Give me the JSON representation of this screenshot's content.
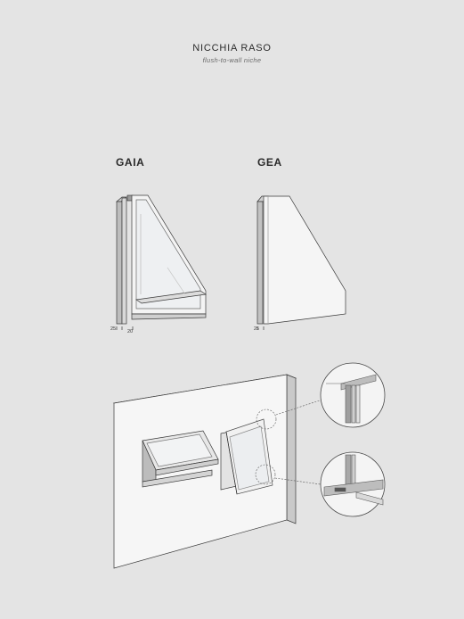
{
  "header": {
    "title": "NICCHIA RASO",
    "subtitle": "flush-to-wall niche"
  },
  "models": [
    {
      "name": "GAIA",
      "dimensions": [
        "25",
        "20"
      ]
    },
    {
      "name": "GEA",
      "dimensions": [
        "25"
      ]
    }
  ],
  "colors": {
    "background": "#e4e4e4",
    "line": "#3a3a3a",
    "panel": "#f5f5f5",
    "glass": "#e9ecef"
  }
}
